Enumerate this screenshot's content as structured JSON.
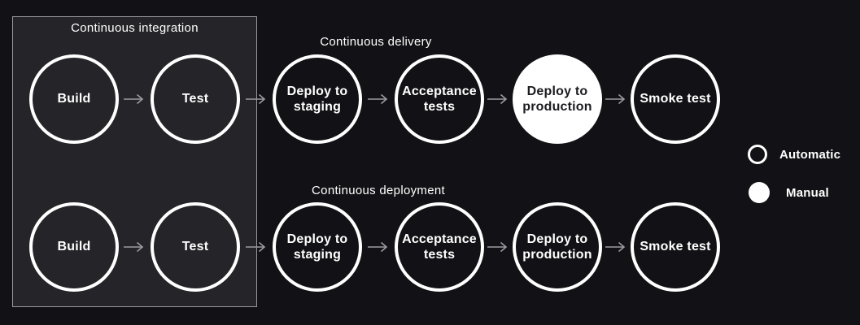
{
  "diagram": {
    "ci_box": {
      "label": "Continuous integration"
    },
    "rows": [
      {
        "heading": "Continuous delivery",
        "nodes": [
          {
            "name": "build",
            "mode": "automatic",
            "lines": [
              "Build"
            ]
          },
          {
            "name": "test",
            "mode": "automatic",
            "lines": [
              "Test"
            ]
          },
          {
            "name": "deploy-to-staging",
            "mode": "automatic",
            "lines": [
              "Deploy to",
              "staging"
            ]
          },
          {
            "name": "acceptance-tests",
            "mode": "automatic",
            "lines": [
              "Acceptance",
              "tests"
            ]
          },
          {
            "name": "deploy-to-production",
            "mode": "manual",
            "lines": [
              "Deploy to",
              "production"
            ]
          },
          {
            "name": "smoke-test",
            "mode": "automatic",
            "lines": [
              "Smoke test"
            ]
          }
        ]
      },
      {
        "heading": "Continuous deployment",
        "nodes": [
          {
            "name": "build",
            "mode": "automatic",
            "lines": [
              "Build"
            ]
          },
          {
            "name": "test",
            "mode": "automatic",
            "lines": [
              "Test"
            ]
          },
          {
            "name": "deploy-to-staging",
            "mode": "automatic",
            "lines": [
              "Deploy to",
              "staging"
            ]
          },
          {
            "name": "acceptance-tests",
            "mode": "automatic",
            "lines": [
              "Acceptance",
              "tests"
            ]
          },
          {
            "name": "deploy-to-production",
            "mode": "automatic",
            "lines": [
              "Deploy to",
              "production"
            ]
          },
          {
            "name": "smoke-test",
            "mode": "automatic",
            "lines": [
              "Smoke test"
            ]
          }
        ]
      }
    ],
    "legend": [
      {
        "label": "Automatic",
        "symbol": "outline-circle"
      },
      {
        "label": "Manual",
        "symbol": "filled-circle"
      }
    ]
  },
  "colors": {
    "bg": "#121216",
    "panel": "#242429",
    "panel_border": "#98989d",
    "circle": "#ffffff",
    "arrow": "#9b9ba0",
    "text": "#ffffff",
    "manual_fill": "#ffffff",
    "manual_text": "#1c1c20"
  }
}
